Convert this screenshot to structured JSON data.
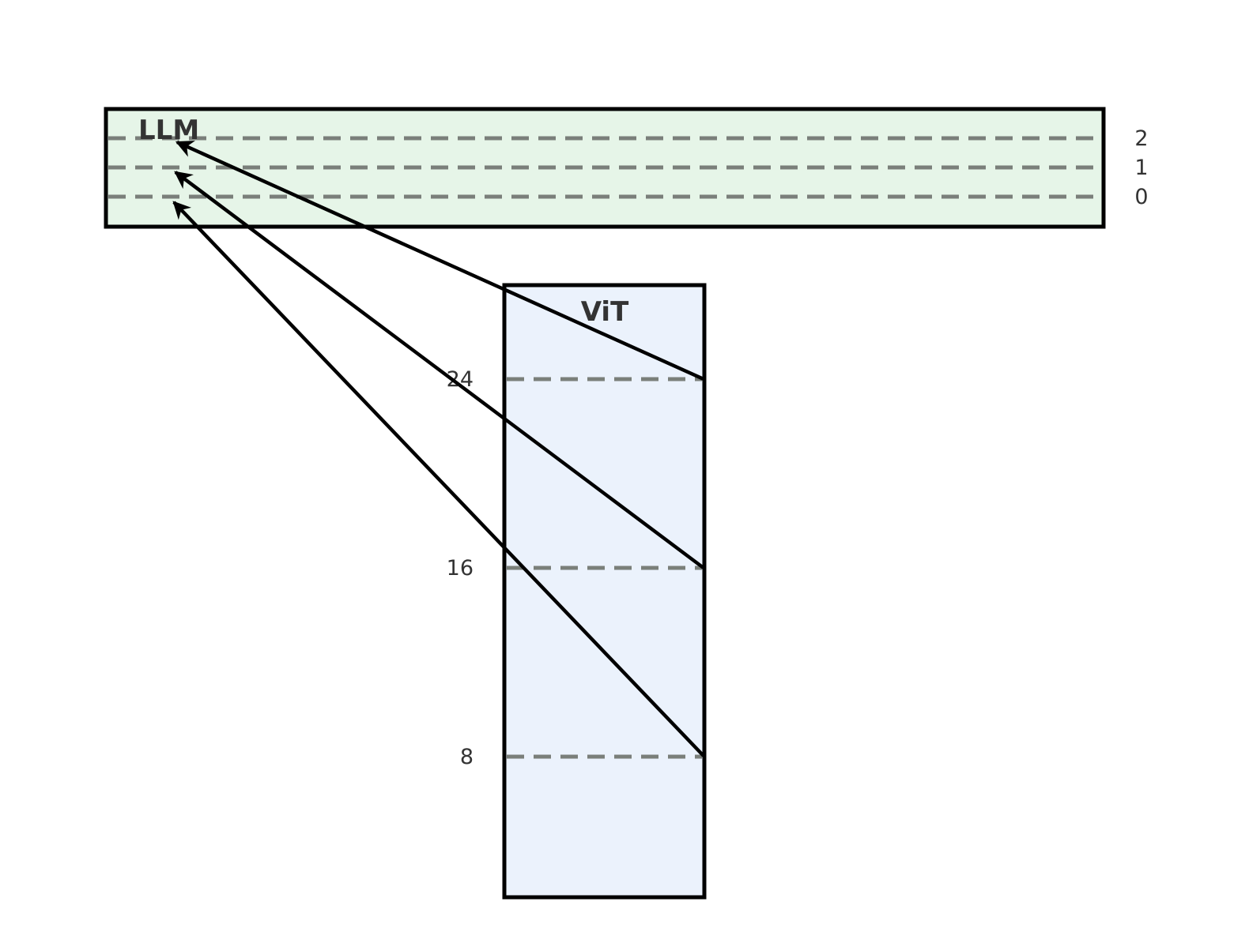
{
  "llm": {
    "title": "LLM",
    "fill": "#e6f5e8",
    "layers": [
      "2",
      "1",
      "0"
    ]
  },
  "vit": {
    "title": "ViT",
    "fill": "#ebf2fc",
    "layers": [
      "24",
      "16",
      "8"
    ]
  },
  "connections": [
    {
      "from_vit_layer": "24",
      "to_llm_layer": "2"
    },
    {
      "from_vit_layer": "16",
      "to_llm_layer": "1"
    },
    {
      "from_vit_layer": "8",
      "to_llm_layer": "0"
    }
  ],
  "colors": {
    "outline": "#000000",
    "dash": "#7a7f7a",
    "text": "#333333"
  }
}
